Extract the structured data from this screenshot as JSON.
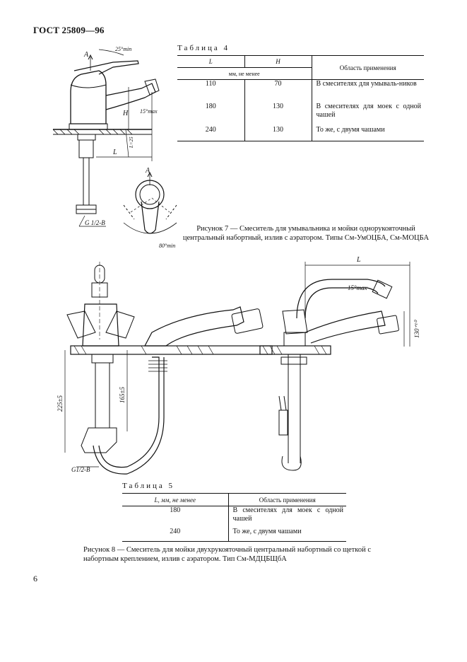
{
  "header": "ГОСТ 25809—96",
  "table4": {
    "caption": "Таблица 4",
    "col_L": "L",
    "col_H": "H",
    "col_area": "Область применения",
    "units": "мм, не менее",
    "rows": [
      {
        "L": "110",
        "H": "70",
        "area": "В смесителях для умываль-ников"
      },
      {
        "L": "180",
        "H": "130",
        "area": "В смесителях для моек с одной чашей"
      },
      {
        "L": "240",
        "H": "130",
        "area": "То же, с двумя чашами"
      }
    ]
  },
  "fig7": {
    "label_A_top": "A",
    "label_A_view": "A",
    "angle_top": "25°min",
    "angle_mid": "15°max",
    "angle_bottom": "80°min",
    "dim_H": "H",
    "dim_L": "L",
    "dim_25": "L=25",
    "thread": "G 1/2-B",
    "caption": "Рисунок 7 — Смеситель для умывальника и мойки однорукояточный центральный набортный, излив с аэратором. Типы См-УмОЦБА, См-МОЦБА"
  },
  "fig8": {
    "dim_225": "225±5",
    "dim_165": "165±5",
    "thread": "G1/2-B",
    "dim_L": "L",
    "angle": "15°max",
    "dim_130": "130⁺¹⁰"
  },
  "table5": {
    "caption": "Таблица 5",
    "col_L": "L, мм, не менее",
    "col_area": "Область применения",
    "rows": [
      {
        "L": "180",
        "area": "В смесителях для моек с одной чашей"
      },
      {
        "L": "240",
        "area": "То же, с двумя чашами"
      }
    ],
    "fig_caption": "Рисунок 8 — Смеситель для мойки двухрукояточный центральный набортный со щеткой с набортным креплением, излив с аэратором. Тип См-МДЦБЩбА"
  },
  "page_number": "6"
}
